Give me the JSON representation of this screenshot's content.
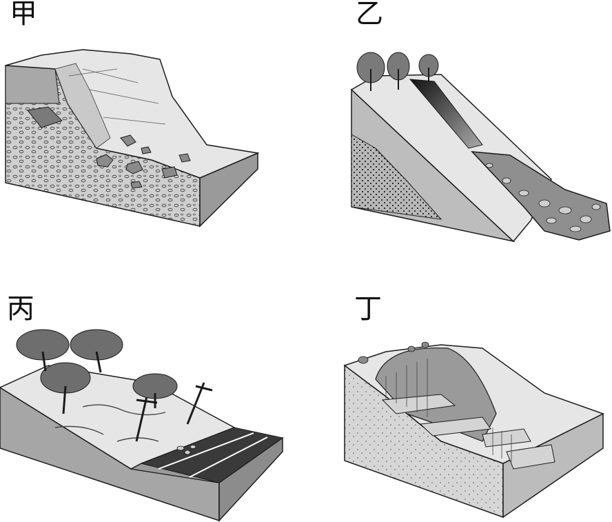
{
  "panels": [
    {
      "label": "甲",
      "icon": "rockfall-block-diagram"
    },
    {
      "label": "乙",
      "icon": "debris-flow-block-diagram"
    },
    {
      "label": "丙",
      "icon": "ground-fissure-slope-block-diagram"
    },
    {
      "label": "丁",
      "icon": "landslide-block-diagram"
    }
  ],
  "colors": {
    "outline": "#1a1a1a",
    "light_surface": "#e6e6e6",
    "mid_gray": "#9a9a9a",
    "dark_gray": "#555555",
    "soil_side": "#c9c9c9",
    "road": "#3a3a3a"
  }
}
